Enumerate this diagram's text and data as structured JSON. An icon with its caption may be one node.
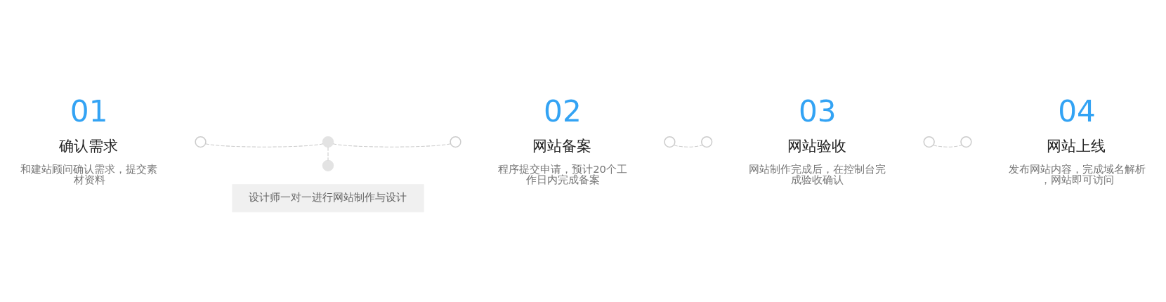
{
  "diagram": {
    "nodes": [
      {
        "text": [
          "01",
          "确认需求",
          "和建站顾问确认需求，提交素材资料"
        ]
      },
      {
        "text": [],
        "shape": "circle"
      },
      {
        "text": [],
        "shape": "circle"
      },
      {
        "text": [],
        "shape": "circle"
      },
      {
        "text": [
          "02",
          "网站备案",
          "程序提交申请，预计20个工作日内完成备案"
        ]
      },
      {
        "text": [],
        "shape": "circle"
      },
      {
        "text": [],
        "shape": "circle"
      },
      {
        "text": [
          "03",
          "网站验收",
          "网站制作完成后，在控制台完成验收确认"
        ]
      },
      {
        "text": [],
        "shape": "circle"
      },
      {
        "text": [],
        "shape": "circle"
      },
      {
        "text": [
          "04",
          "网站上线",
          "发布网站内容，完成域名解析，网站即可访问"
        ]
      },
      {
        "text": [],
        "shape": "circle"
      },
      {
        "text": [
          "设计师一对一进行网站制作与设计"
        ]
      }
    ],
    "edges": [
      {
        "from": 1,
        "to": 2,
        "arrow": "none",
        "style": "dashed"
      },
      {
        "from": 2,
        "to": 3,
        "arrow": "none",
        "style": "dashed"
      },
      {
        "from": 5,
        "to": 6,
        "arrow": "none",
        "style": "dashed"
      },
      {
        "from": 8,
        "to": 9,
        "arrow": "none",
        "style": "dashed"
      },
      {
        "from": 2,
        "to": 11,
        "arrow": "none",
        "style": "dashed"
      }
    ]
  }
}
